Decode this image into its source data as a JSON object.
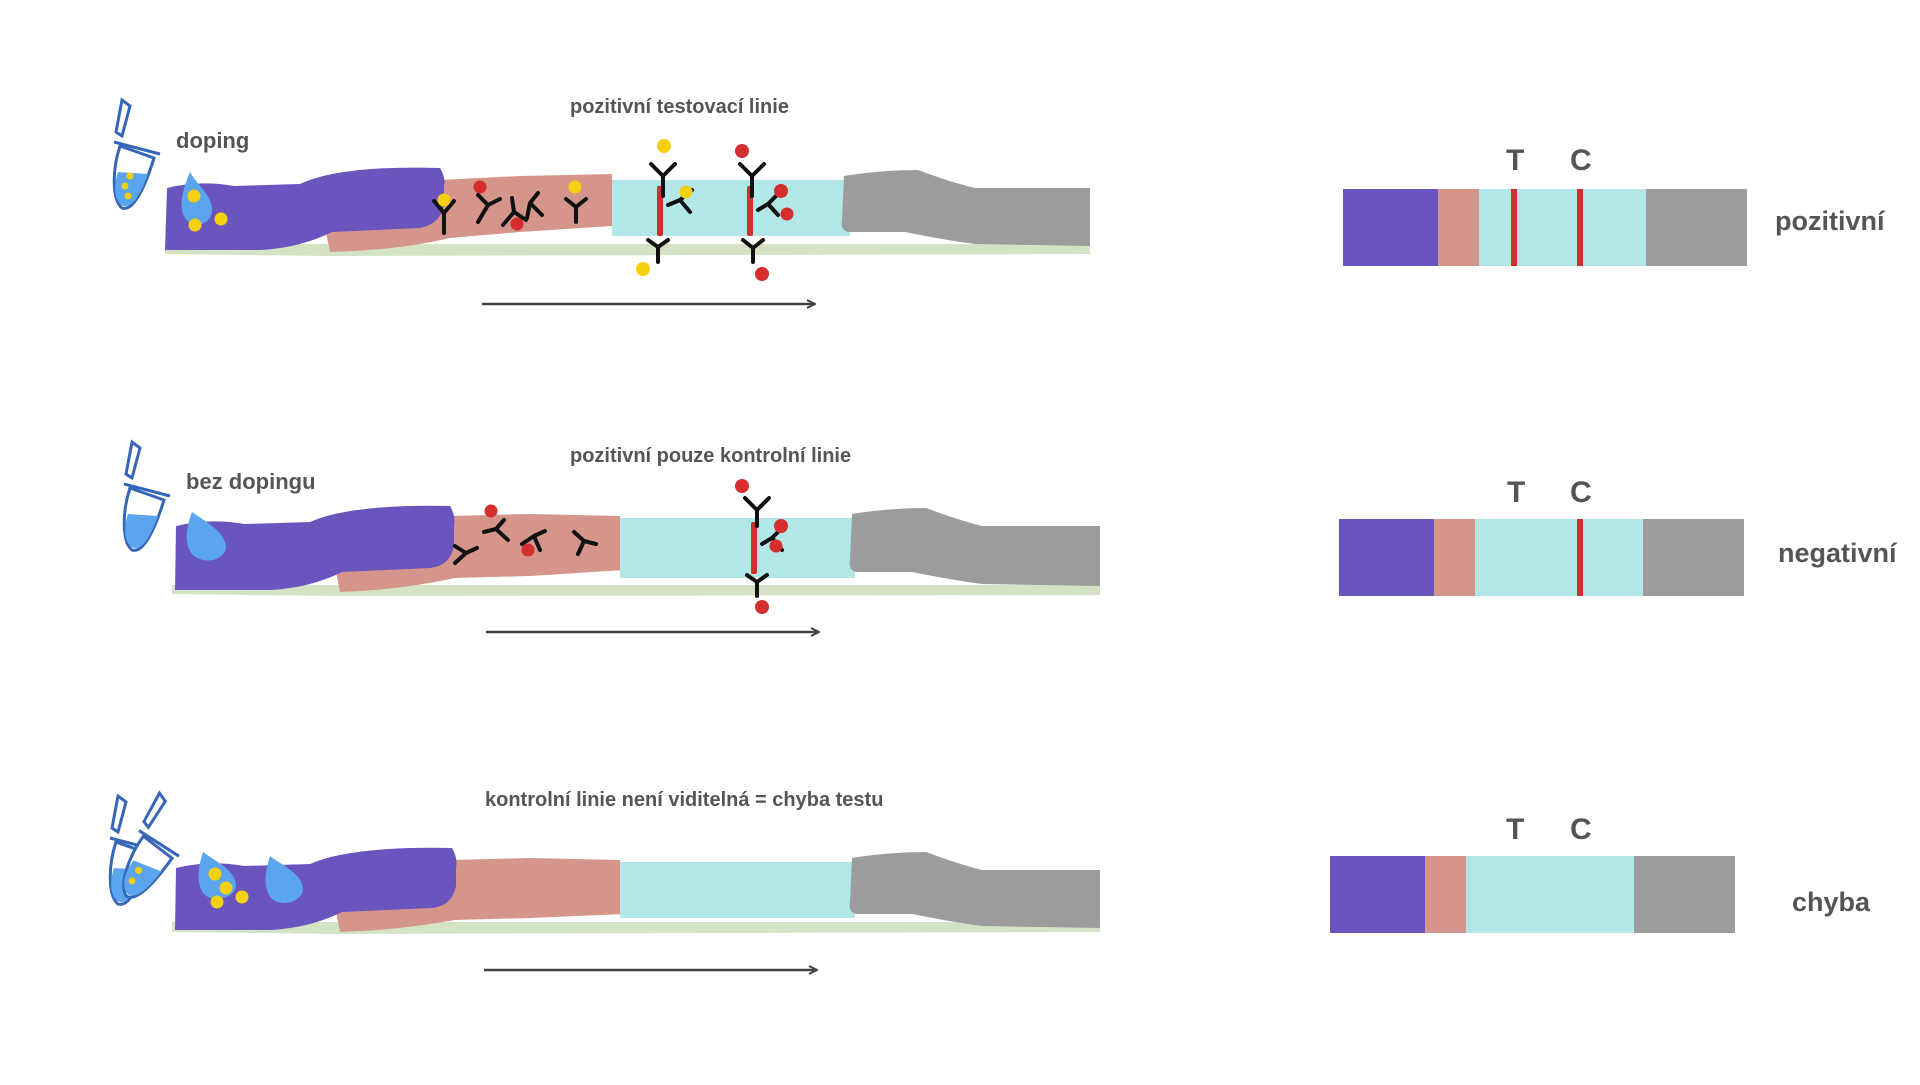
{
  "colors": {
    "sample_pad": "#6a55bf",
    "conjugate_pad": "#d6958b",
    "membrane": "#b3e6e6",
    "absorbent_pad": "#9c9c9c",
    "backing": "#d4e3c4",
    "test_line": "#d12e2e",
    "dye_dot": "#d42e2e",
    "drug_dot": "#f5d00c",
    "sample_drop": "#5aa5ee",
    "tube": "#3566b8",
    "text": "#555555",
    "arrow": "#444444"
  },
  "scenarios": [
    {
      "sample_label": "doping",
      "line_caption": "pozitivní testovací  linie",
      "letters": {
        "t": "T",
        "c": "C"
      },
      "result": "pozitivní",
      "lines_visible": {
        "test": true,
        "control": true
      }
    },
    {
      "sample_label": "bez dopingu",
      "line_caption": "pozitivní pouze kontrolní linie",
      "letters": {
        "t": "T",
        "c": "C"
      },
      "result": "negativní",
      "lines_visible": {
        "test": false,
        "control": true
      }
    },
    {
      "sample_label": "",
      "line_caption": "kontrolní linie není viditelná = chyba testu",
      "letters": {
        "t": "T",
        "c": "C"
      },
      "result": "chyba",
      "lines_visible": {
        "test": false,
        "control": false
      }
    }
  ]
}
